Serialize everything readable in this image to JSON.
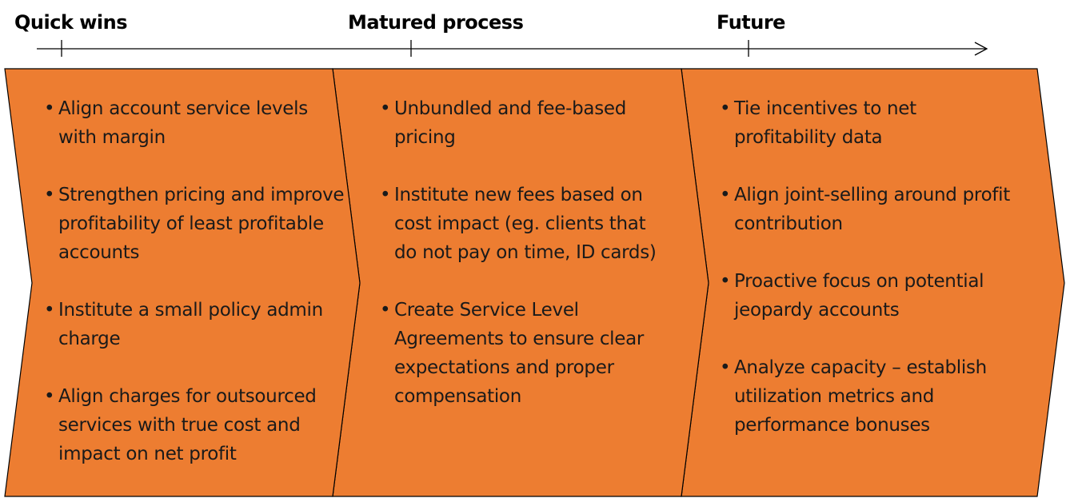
{
  "colors": {
    "chevron_fill": "#ED7D31",
    "chevron_stroke": "#000000",
    "axis": "#000000"
  },
  "timeline": {
    "arrow_icon": "arrow-right-icon",
    "phases": [
      {
        "title": "Quick wins"
      },
      {
        "title": "Matured process"
      },
      {
        "title": "Future"
      }
    ]
  },
  "columns": [
    {
      "items": [
        "Align account service levels with margin",
        "Strengthen pricing and improve profitability of least profitable accounts",
        "Institute a small policy admin charge",
        "Align charges for outsourced services with true cost and impact on net profit"
      ]
    },
    {
      "items": [
        "Unbundled and fee-based pricing",
        "Institute new fees based on cost impact (eg. clients that do not pay on time, ID cards)",
        "Create Service Level Agreements to ensure clear expectations and proper compensation"
      ]
    },
    {
      "items": [
        "Tie incentives to net profitability data",
        "Align joint-selling around profit contribution",
        "Proactive focus on potential jeopardy accounts",
        "Analyze capacity – establish utilization metrics and performance bonuses"
      ]
    }
  ]
}
